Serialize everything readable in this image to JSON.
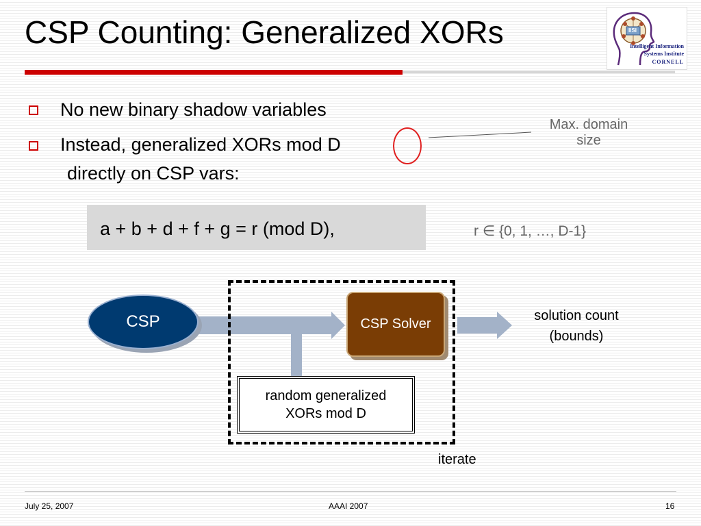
{
  "slide": {
    "title": "CSP Counting: Generalized XORs",
    "bullets": [
      "No new binary shadow variables",
      "Instead, generalized XORs mod D",
      "directly on CSP vars:"
    ],
    "callout": {
      "line1": "Max. domain",
      "line2": "size"
    },
    "equation": "a + b + d + f + g  =  r   (mod D),",
    "range": "r ∈ {0, 1, …, D-1}",
    "diagram": {
      "csp": "CSP",
      "solver": "CSP Solver",
      "xor_line1": "random generalized",
      "xor_line2": "XORs mod D",
      "output_line1": "solution count",
      "output_line2": "(bounds)",
      "iterate": "iterate"
    },
    "logo": {
      "text_line1": "Intelligent Information",
      "text_line2": "Systems Institute",
      "text_line3": "CORNELL",
      "badge": "IISI"
    },
    "footer": {
      "date": "July 25, 2007",
      "conference": "AAAI 2007",
      "page": "16"
    }
  },
  "colors": {
    "accent_red": "#cc0000",
    "csp_blue": "#003a70",
    "solver_brown": "#7a3d05",
    "arrow_gray_blue": "#a3b2c8"
  }
}
